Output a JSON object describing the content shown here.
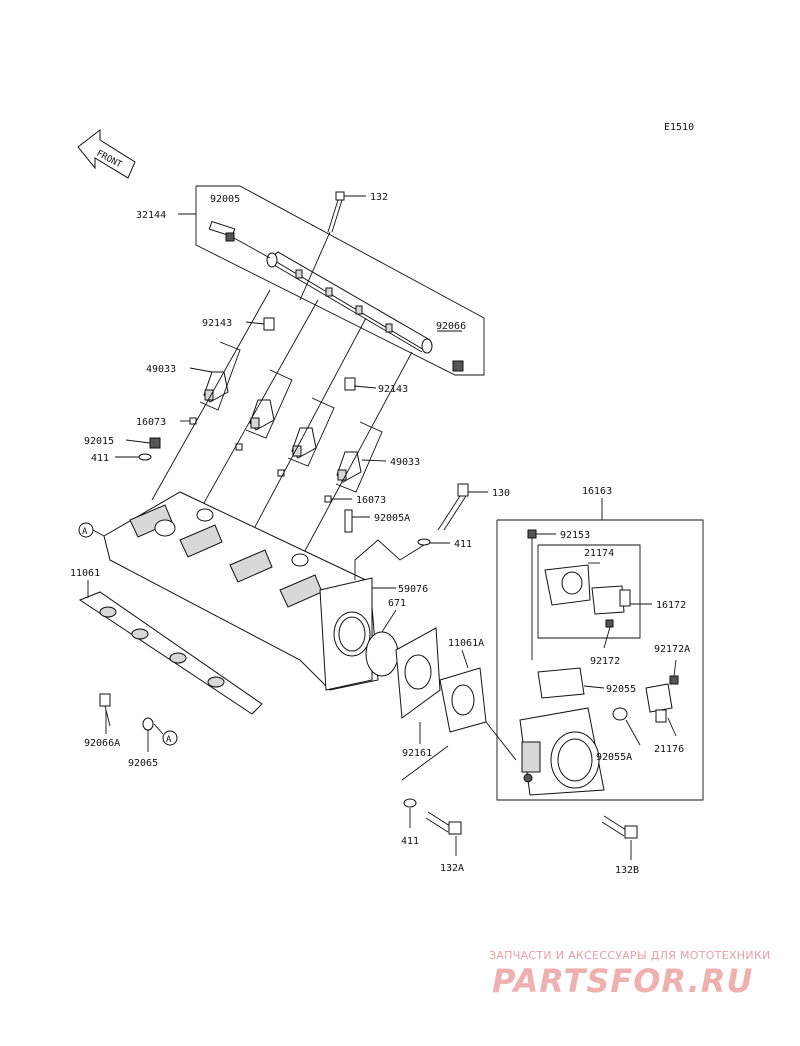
{
  "diagram": {
    "code": "E1510",
    "front_label": "FRONT",
    "labels": {
      "p32144": "32144",
      "p92005": "92005",
      "p132": "132",
      "p92143a": "92143",
      "p92066": "92066",
      "p49033a": "49033",
      "p92143b": "92143",
      "p16073a": "16073",
      "p92015": "92015",
      "p411a": "411",
      "p49033b": "49033",
      "p130": "130",
      "p16073b": "16073",
      "p92005A": "92005A",
      "pA1": "A",
      "p411b": "411",
      "p16163": "16163",
      "p92153": "92153",
      "p21174": "21174",
      "p11061": "11061",
      "p59076": "59076",
      "p671": "671",
      "p16172": "16172",
      "p11061A": "11061A",
      "p92172": "92172",
      "p92172A": "92172A",
      "p92055": "92055",
      "p92066A": "92066A",
      "pA2": "A",
      "p92065": "92065",
      "p92161": "92161",
      "p92055A": "92055A",
      "p21176": "21176",
      "p411c": "411",
      "p132A": "132A",
      "p132B": "132B"
    }
  },
  "watermark": {
    "tagline": "ЗАПЧАСТИ И АКСЕССУАРЫ ДЛЯ МОТОТЕХНИКИ",
    "brand": "PARTSFOR.RU"
  }
}
